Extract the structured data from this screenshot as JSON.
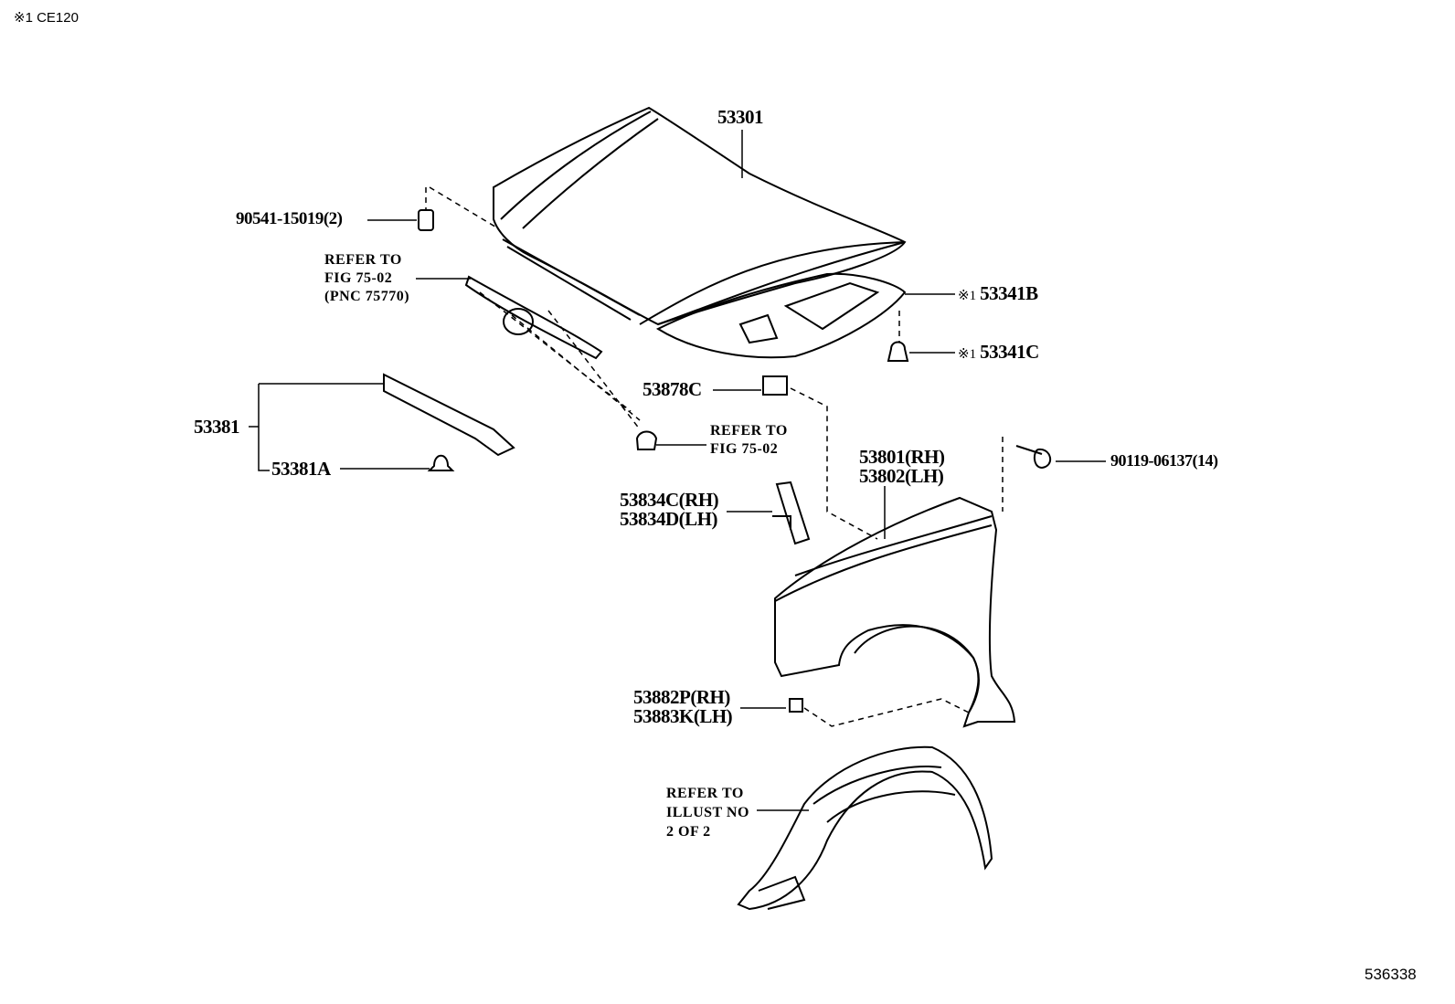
{
  "header": {
    "note": "※1 CE120"
  },
  "footer": {
    "illustration_number": "536338"
  },
  "callouts": {
    "hood": "53301",
    "hood_cushion": "90541-15019(2)",
    "grille_ref": [
      "REFER TO",
      "FIG 75-02",
      "(PNC 75770)"
    ],
    "insulator_mark": "※1",
    "insulator": "53341B",
    "clip_mark": "※1",
    "clip": "53341C",
    "seal_clip": "53878C",
    "emblem_ref": [
      "REFER TO",
      "FIG 75-02"
    ],
    "seal": "53381",
    "seal_clip_a": "53381A",
    "fender": [
      "53801(RH)",
      "53802(LH)"
    ],
    "bolt": "90119-06137(14)",
    "fender_seal": [
      "53834C(RH)",
      "53834D(LH)"
    ],
    "fender_spacer": [
      "53882P(RH)",
      "53883K(LH)"
    ],
    "liner_ref": [
      "REFER TO",
      "ILLUST NO",
      "2 OF 2"
    ]
  }
}
